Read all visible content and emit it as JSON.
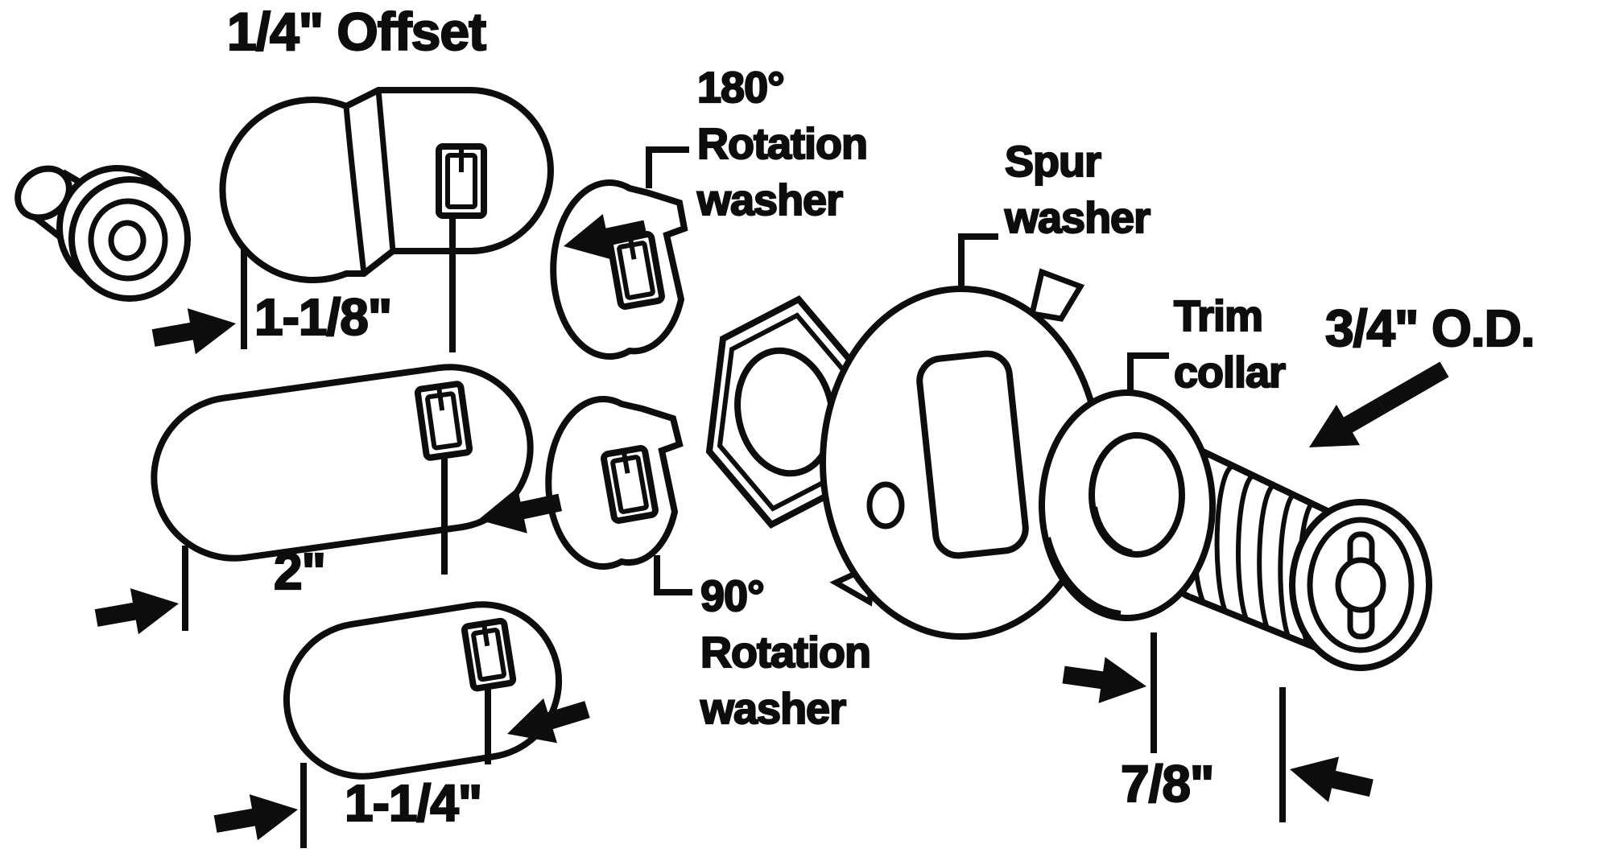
{
  "diagram_title": "Cam lock exploded parts diagram",
  "colors": {
    "ink": "#0d0d0d",
    "background": "#ffffff"
  },
  "labels": {
    "offset_title": "1/4\" Offset",
    "rotation180": {
      "deg": "180°",
      "line1": "Rotation",
      "line2": "washer"
    },
    "rotation90": {
      "deg": "90°",
      "line1": "Rotation",
      "line2": "washer"
    },
    "spur": {
      "line1": "Spur",
      "line2": "washer"
    },
    "trim": {
      "line1": "Trim",
      "line2": "collar"
    },
    "od": "3/4\" O.D.",
    "dims": {
      "offset_cam": "1-1/8\"",
      "straight_cam": "2\"",
      "short_cam": "1-1/4\"",
      "cylinder": "7/8\""
    }
  },
  "parts": [
    "mounting-screw",
    "offset-cam",
    "cam-2-inch",
    "cam-1-1-4-inch",
    "rotation-washer-180",
    "rotation-washer-90",
    "hex-nut",
    "spur-washer",
    "trim-collar",
    "lock-cylinder"
  ]
}
